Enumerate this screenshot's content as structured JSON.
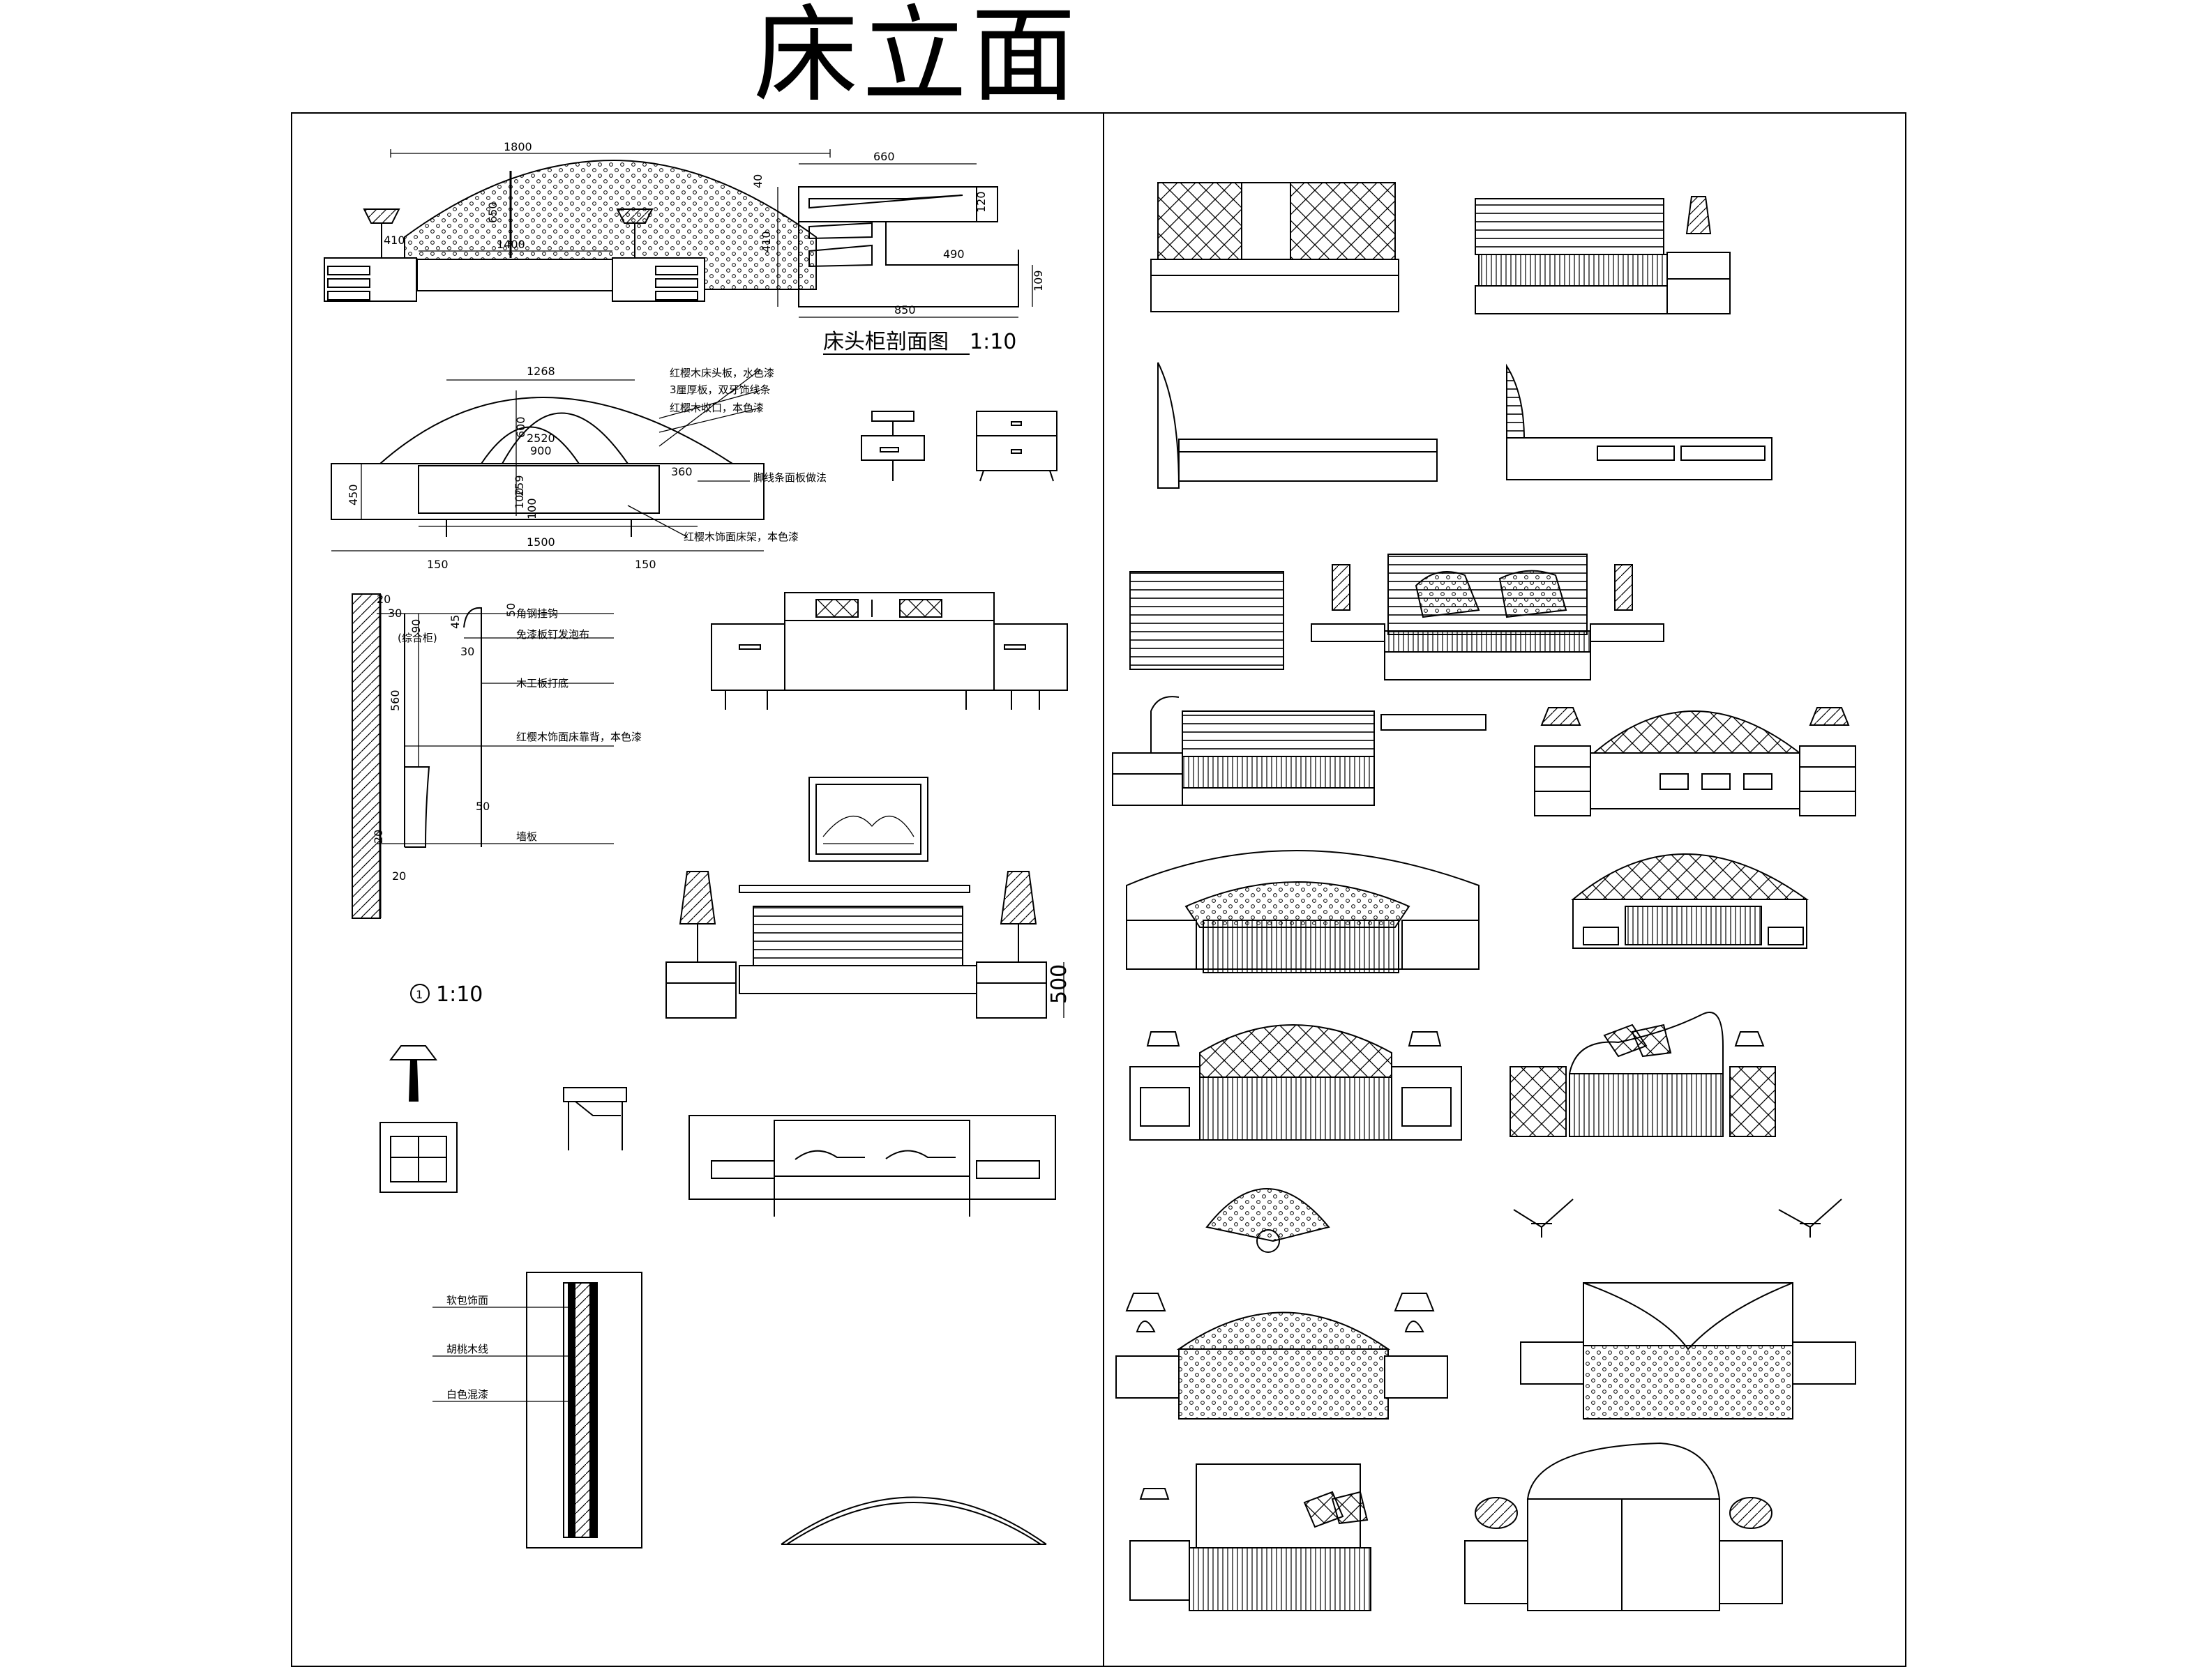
{
  "title": "床立面",
  "dimensions": {
    "d1800": "1800",
    "d650": "650",
    "d410": "410",
    "d1400": "1400",
    "d660": "660",
    "d40": "40",
    "d120": "120",
    "d410b": "410",
    "d490": "490",
    "d109": "109",
    "d850": "850",
    "d1268": "1268",
    "d600": "600",
    "d2520": "2520",
    "d900": "900",
    "d360": "360",
    "d450": "450",
    "d259": "259",
    "d100a": "100",
    "d100b": "100",
    "d1500": "1500",
    "d150a": "150",
    "d150b": "150",
    "s20a": "20",
    "s30a": "30",
    "s50a": "50",
    "s30b": "30",
    "s90": "90",
    "s45": "45",
    "s560": "560",
    "s50b": "50",
    "s20b": "20",
    "s20c": "20",
    "d500": "500"
  },
  "captions": {
    "cabinet_section": "床头柜剖面图　1:10",
    "detail_scale": "1:10",
    "detail_marker": "1"
  },
  "annotations": {
    "headboard_1": "红樱木床头板，水色漆",
    "headboard_2": "3厘厚板，双牙饰线条",
    "headboard_3": "红樱木收口，本色漆",
    "rail_note": "脚线条面板做法",
    "bed_frame": "红樱木饰面床架，本色漆",
    "s_1": "角钢挂钩",
    "s_2": "(综合柜)",
    "s_3": "免漆板钉发泡布",
    "s_4": "木工板打底",
    "s_5": "红樱木饰面床靠背，本色漆",
    "s_6": "墙板",
    "p_1": "软包饰面",
    "p_2": "胡桃木线",
    "p_3": "白色混漆"
  }
}
